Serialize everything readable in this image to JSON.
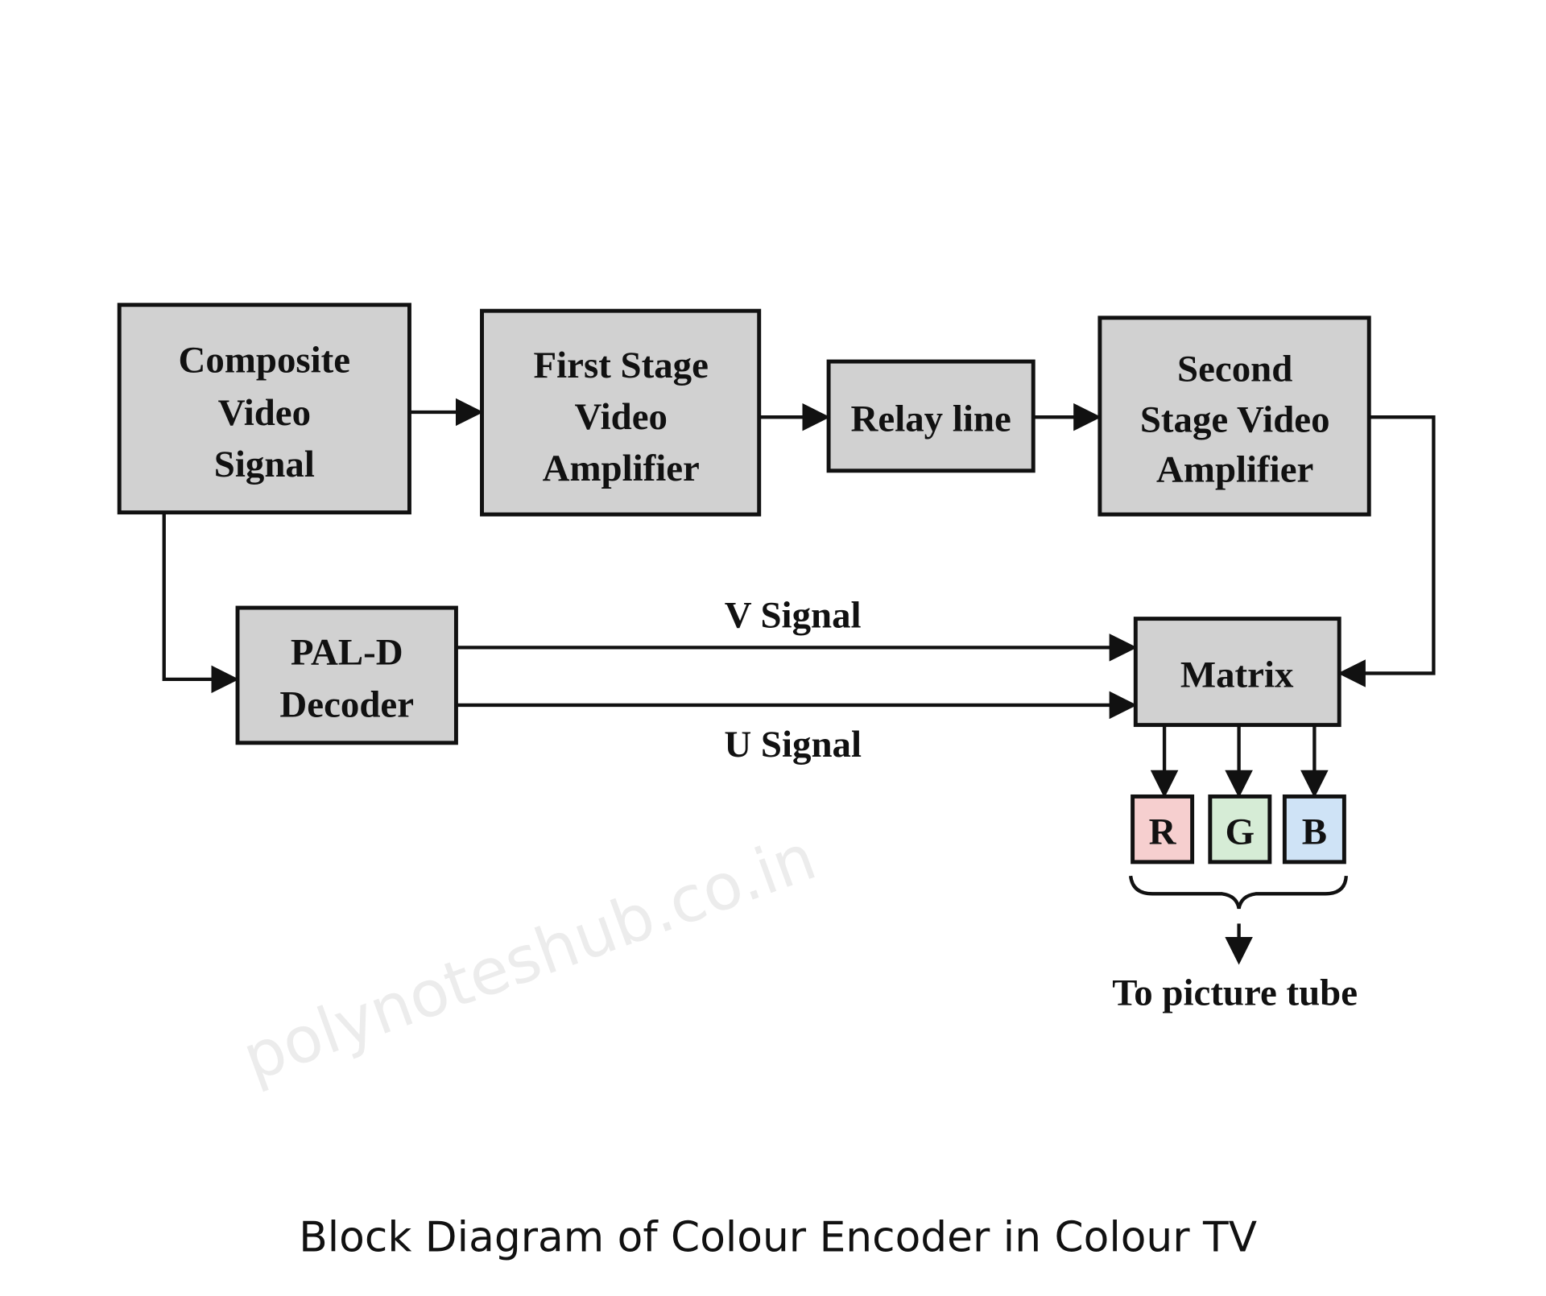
{
  "watermark": "polynoteshub.co.in",
  "blocks": {
    "composite": [
      "Composite",
      "Video",
      "Signal"
    ],
    "first_stage": [
      "First Stage",
      "Video",
      "Amplifier"
    ],
    "relay": "Relay line",
    "second_stage": [
      "Second",
      "Stage Video",
      "Amplifier"
    ],
    "decoder": [
      "PAL-D",
      "Decoder"
    ],
    "matrix": "Matrix",
    "r": "R",
    "g": "G",
    "b": "B"
  },
  "signals": {
    "v": "V Signal",
    "u": "U Signal"
  },
  "output_label": "To picture tube",
  "caption": "Block Diagram of Colour Encoder in Colour TV",
  "colors": {
    "block": "#d1d1d1",
    "r": "#f6cfcf",
    "g": "#d6ecd6",
    "b": "#cfe3f6"
  }
}
